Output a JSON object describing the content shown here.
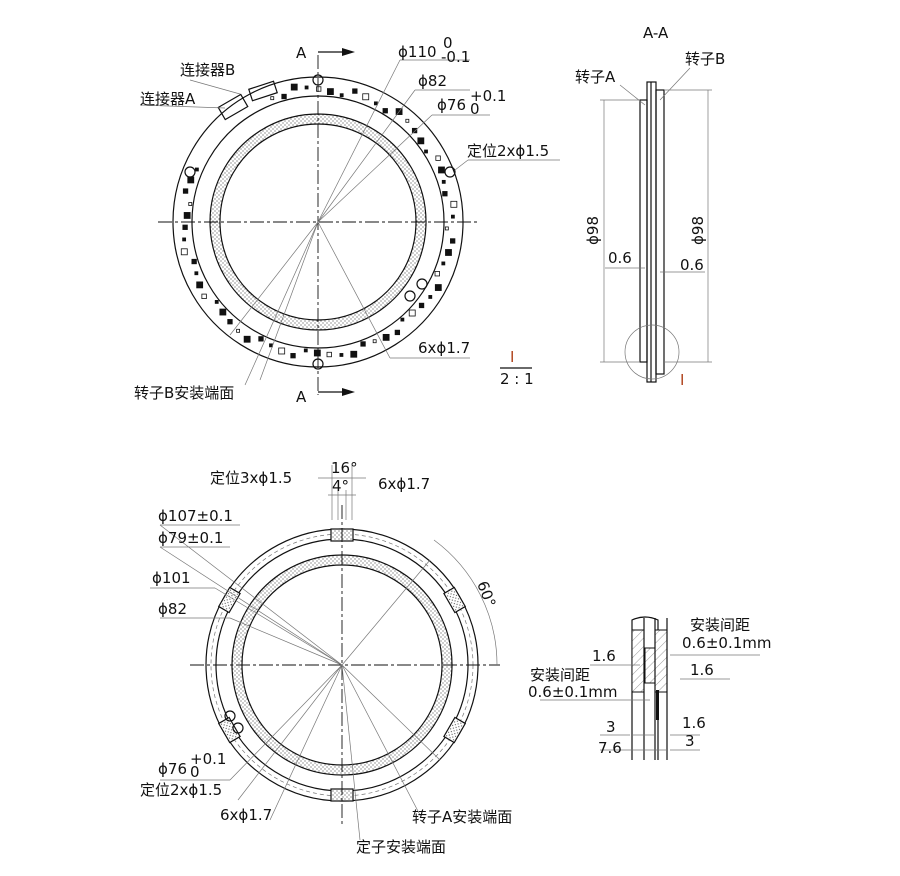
{
  "top_view": {
    "section_marker": "A",
    "labels": {
      "connector_b": "连接器B",
      "connector_a": "连接器A",
      "dia_110": "ϕ110",
      "dia_110_tol_upper": "0",
      "dia_110_tol_lower": "-0.1",
      "dia_82": "ϕ82",
      "dia_76": "ϕ76",
      "dia_76_tol_upper": "+0.1",
      "dia_76_tol_lower": "0",
      "locating_holes": "定位2xϕ1.5",
      "holes_6x": "6xϕ1.7",
      "rotor_b_mount_face": "转子B安装端面"
    }
  },
  "section_view": {
    "title": "A-A",
    "rotor_a": "转子A",
    "rotor_b": "转子B",
    "dia_98_left": "ϕ98",
    "dia_98_right": "ϕ98",
    "gap_left": "0.6",
    "gap_right": "0.6",
    "detail_marker": "I"
  },
  "detail_scale": {
    "marker": "I",
    "scale": "2 : 1"
  },
  "bottom_view": {
    "labels": {
      "angle_16": "16°",
      "angle_4": "4°",
      "angle_60": "60°",
      "locating_3x": "定位3xϕ1.5",
      "holes_6x_top": "6xϕ1.7",
      "dia_107": "ϕ107±0.1",
      "dia_79": "ϕ79±0.1",
      "dia_101": "ϕ101",
      "dia_82": "ϕ82",
      "dia_76": "ϕ76",
      "dia_76_tol_upper": "+0.1",
      "dia_76_tol_lower": "0",
      "locating_2x": "定位2xϕ1.5",
      "holes_6x_bottom": "6xϕ1.7",
      "rotor_a_mount_face": "转子A安装端面",
      "stator_mount_face": "定子安装端面"
    }
  },
  "detail_view": {
    "gap_label_right": "安装间距",
    "gap_value_right": "0.6±0.1mm",
    "gap_label_left": "安装间距",
    "gap_value_left": "0.6±0.1mm",
    "dim_1_6_left": "1.6",
    "dim_1_6_right": "1.6",
    "dim_1_6_lower": "1.6",
    "dim_3_left": "3",
    "dim_3_right": "3",
    "dim_7_6": "7.6"
  },
  "colors": {
    "line": "#111111",
    "detail_marker": "#b0461f"
  }
}
